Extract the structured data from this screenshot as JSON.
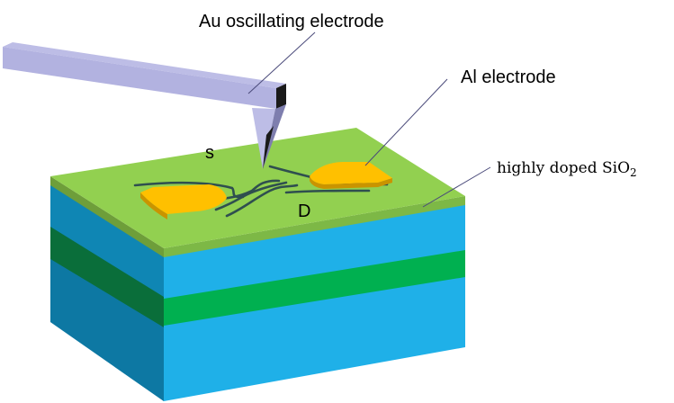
{
  "labels": {
    "tip_electrode": "Au oscillating electrode",
    "contact_electrode": "Al electrode",
    "substrate_prefix": "highly doped SiO",
    "substrate_subscript": "2",
    "source": "s",
    "drain": "D"
  },
  "colors": {
    "top_surface": "#92D050",
    "substrate_edge": "#6E9E3A",
    "layer_light_front": "#1FB0E8",
    "layer_light_side": "#0F86B4",
    "layer_green_front": "#00B050",
    "layer_green_side": "#0A6E3A",
    "electrode_pads": "#FFC000",
    "probe_body": "#BDBDE6",
    "probe_shade": "#9C9CCB",
    "probe_tip_dark": "#1A1A1A",
    "nanowire": "#2F4F4F",
    "leader_lines": "#4A4A7A"
  }
}
